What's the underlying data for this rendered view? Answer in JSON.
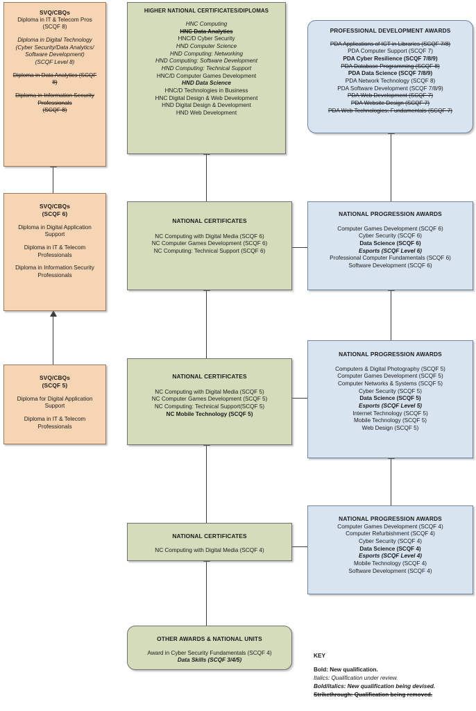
{
  "colors": {
    "orange": "#f6d5b4",
    "green": "#d5dcbc",
    "blue": "#d8e4f0",
    "border": "#7d7d7d",
    "arrow": "#3a3a3a"
  },
  "boxes": {
    "svq8": {
      "title": "SVQ/CBQs",
      "lines": [
        {
          "text": "Diploma in IT & Telecom Pros",
          "style": "normal"
        },
        {
          "text": "(SCQF 8)",
          "style": "normal"
        },
        {
          "text": "",
          "style": "spacer"
        },
        {
          "text": "Diploma in Digital Technology",
          "style": "italic"
        },
        {
          "text": "(Cyber Security/Data Analytics/",
          "style": "italic"
        },
        {
          "text": "Software Development)",
          "style": "italic"
        },
        {
          "text": "(SCQF Level 8)",
          "style": "italic"
        },
        {
          "text": "",
          "style": "spacer"
        },
        {
          "text": "Diploma in Data Analytics (SCQF",
          "style": "strike"
        },
        {
          "text": "8)",
          "style": "strike"
        },
        {
          "text": "",
          "style": "spacer"
        },
        {
          "text": "Diploma in Information Security",
          "style": "strike"
        },
        {
          "text": "Professionals",
          "style": "strike"
        },
        {
          "text": "(SCQF 8)",
          "style": "strike"
        }
      ]
    },
    "svq6": {
      "title": "SVQ/CBQs",
      "subtitle": "(SCQF 6)",
      "lines": [
        {
          "text": "Diploma in Digital Application",
          "style": "normal"
        },
        {
          "text": "Support",
          "style": "normal"
        },
        {
          "text": "",
          "style": "spacer"
        },
        {
          "text": "Diploma in IT & Telecom",
          "style": "normal"
        },
        {
          "text": "Professionals",
          "style": "normal"
        },
        {
          "text": "",
          "style": "spacer"
        },
        {
          "text": "Diploma in Information Security",
          "style": "normal"
        },
        {
          "text": "Professionals",
          "style": "normal"
        }
      ]
    },
    "svq5": {
      "title": "SVQ/CBQs",
      "subtitle": "(SCQF 5)",
      "lines": [
        {
          "text": "Diploma for Digital Application",
          "style": "normal"
        },
        {
          "text": "Support",
          "style": "normal"
        },
        {
          "text": "",
          "style": "spacer"
        },
        {
          "text": "Diploma in IT & Telecom",
          "style": "normal"
        },
        {
          "text": "Professionals",
          "style": "normal"
        }
      ]
    },
    "hnc": {
      "title": "HIGHER NATIONAL CERTIFICATES/DIPLOMAS",
      "lines": [
        {
          "text": "HNC Computing",
          "style": "italic"
        },
        {
          "text": "HNC Data Analytics",
          "style": "strike-bold"
        },
        {
          "text": "HNC/D Cyber Security",
          "style": "normal"
        },
        {
          "text": "HND Computer Science",
          "style": "italic"
        },
        {
          "text": "HND Computing: Networking",
          "style": "italic"
        },
        {
          "text": "HND Computing: Software Development",
          "style": "italic"
        },
        {
          "text": "HND Computing: Technical Support",
          "style": "italic"
        },
        {
          "text": "HNC/D Computer Games Development",
          "style": "normal"
        },
        {
          "text": "HND Data Science",
          "style": "bold-italic"
        },
        {
          "text": "HNC/D Technologies in Business",
          "style": "normal"
        },
        {
          "text": "HNC Digital Design & Web Development",
          "style": "normal"
        },
        {
          "text": "HND Digital Design & Development",
          "style": "normal"
        },
        {
          "text": "HND Web Development",
          "style": "normal"
        }
      ]
    },
    "pda": {
      "title": "PROFESSIONAL DEVELOPMENT AWARDS",
      "lines": [
        {
          "text": "PDA Applications of ICT in Libraries (SCQF 7/8)",
          "style": "strike"
        },
        {
          "text": "PDA Computer Support (SCQF 7)",
          "style": "normal"
        },
        {
          "text": "PDA Cyber Resilience (SCQF 7/8/9)",
          "style": "bold"
        },
        {
          "text": "PDA Database Programming (SCQF 8)",
          "style": "strike"
        },
        {
          "text": "PDA Data Science (SCQF 7/8/9)",
          "style": "bold"
        },
        {
          "text": "PDA Network Technology (SCQF 8)",
          "style": "normal"
        },
        {
          "text": "PDA Software Development (SCQF 7/8/9)",
          "style": "partial-strike",
          "plain": "PDA Software Development (SCQF 7/",
          "struck": "8/9)"
        },
        {
          "text": "PDA Web Development (SCQF 7)",
          "style": "strike"
        },
        {
          "text": "PDA Website Design (SCQF 7)",
          "style": "strike"
        },
        {
          "text": "PDA Web Technologies: Fundamentals (SCQF 7)",
          "style": "strike"
        }
      ]
    },
    "nc6": {
      "title": "NATIONAL CERTIFICATES",
      "lines": [
        {
          "text": "NC Computing with Digital Media (SCQF 6)",
          "style": "normal"
        },
        {
          "text": "NC Computer Games Development (SCQF 6)",
          "style": "normal"
        },
        {
          "text": "NC Computing: Technical Support (SCQF 6)",
          "style": "normal"
        }
      ]
    },
    "nc5": {
      "title": "NATIONAL CERTIFICATES",
      "lines": [
        {
          "text": "NC Computing with Digital Media (SCQF 5)",
          "style": "normal"
        },
        {
          "text": "NC Computer Games Development (SCQF 5)",
          "style": "normal"
        },
        {
          "text": "NC Computing: Technical Support(SCQF 5)",
          "style": "normal"
        },
        {
          "text": "NC Mobile Technology (SCQF 5)",
          "style": "bold"
        }
      ]
    },
    "nc4": {
      "title": "NATIONAL CERTIFICATES",
      "lines": [
        {
          "text": "NC Computing with Digital Media (SCQF 4)",
          "style": "normal"
        }
      ]
    },
    "npa6": {
      "title": "NATIONAL PROGRESSION AWARDS",
      "lines": [
        {
          "text": "Computer Games Development (SCQF 6)",
          "style": "normal"
        },
        {
          "text": "Cyber Security (SCQF 6)",
          "style": "normal"
        },
        {
          "text": "Data Science (SCQF 6)",
          "style": "bold"
        },
        {
          "text": "Esports (SCQF Level 6)",
          "style": "bold-italic"
        },
        {
          "text": "Professional Computer Fundamentals (SCQF 6)",
          "style": "normal"
        },
        {
          "text": "Software Development (SCQF 6)",
          "style": "normal"
        }
      ]
    },
    "npa5": {
      "title": "NATIONAL PROGRESSION AWARDS",
      "lines": [
        {
          "text": "Computers & Digital Photography (SCQF 5)",
          "style": "normal"
        },
        {
          "text": "Computer Games Development (SCQF 5)",
          "style": "normal"
        },
        {
          "text": "Computer Networks & Systems (SCQF 5)",
          "style": "normal"
        },
        {
          "text": "Cyber Security (SCQF 5)",
          "style": "normal"
        },
        {
          "text": "Data Science (SCQF 5)",
          "style": "bold"
        },
        {
          "text": "Esports (SCQF Level 5)",
          "style": "bold-italic"
        },
        {
          "text": "Internet Technology (SCQF 5)",
          "style": "normal"
        },
        {
          "text": "Mobile Technology (SCQF 5)",
          "style": "normal"
        },
        {
          "text": "Web Design (SCQF 5)",
          "style": "normal"
        }
      ]
    },
    "npa4": {
      "title": "NATIONAL PROGRESSION AWARDS",
      "lines": [
        {
          "text": "Computer Games Development (SCQF 4)",
          "style": "normal"
        },
        {
          "text": "Computer Refurbishment (SCQF 4)",
          "style": "normal"
        },
        {
          "text": "Cyber Security (SCQF 4)",
          "style": "normal"
        },
        {
          "text": "Data Science (SCQF 4)",
          "style": "bold"
        },
        {
          "text": "Esports (SCQF Level 4)",
          "style": "bold-italic"
        },
        {
          "text": "Mobile Technology (SCQF 4)",
          "style": "normal"
        },
        {
          "text": "Software Development (SCQF 4)",
          "style": "normal"
        }
      ]
    },
    "other": {
      "title": "OTHER AWARDS & NATIONAL UNITS",
      "lines": [
        {
          "text": "Award in Cyber Security Fundamentals (SCQF 4)",
          "style": "normal"
        },
        {
          "text": "Data Skills (SCQF 3/4/5)",
          "style": "bold-italic"
        }
      ]
    }
  },
  "key": {
    "title": "KEY",
    "entries": [
      {
        "text": "Bold: New qualification.",
        "style": "bold"
      },
      {
        "text": "Italics: Qualification under review.",
        "style": "italic"
      },
      {
        "text": "Bold/italics: New qualification being devised.",
        "style": "bold-italic"
      },
      {
        "text": "Strikethrough: Qualification being removed.",
        "style": "strike-bold"
      }
    ]
  }
}
